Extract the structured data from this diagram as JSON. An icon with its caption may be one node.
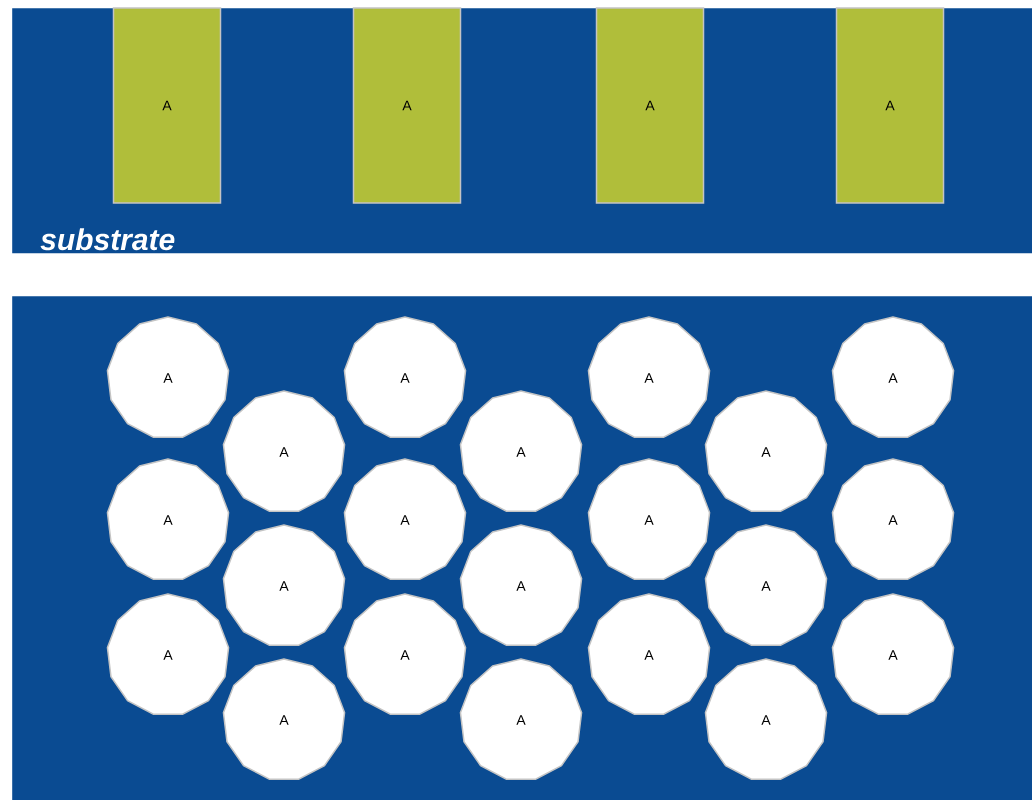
{
  "diagram": {
    "nodes": [
      {
        "text": [
          "substrate"
        ]
      },
      {
        "text": [
          "A"
        ],
        "in": 0
      },
      {
        "text": [
          "A"
        ],
        "in": 0
      },
      {
        "text": [
          "A"
        ],
        "in": 0
      },
      {
        "text": [
          "A"
        ],
        "in": 0
      },
      {
        "text": [],
        "shape": "box"
      },
      {
        "text": [
          "A"
        ],
        "in": 5
      },
      {
        "text": [
          "A"
        ],
        "in": 5
      },
      {
        "text": [
          "A"
        ],
        "in": 5
      },
      {
        "text": [
          "A"
        ],
        "in": 5
      },
      {
        "text": [
          "A"
        ],
        "in": 5
      },
      {
        "text": [
          "A"
        ],
        "in": 5
      },
      {
        "text": [
          "A"
        ],
        "in": 5
      },
      {
        "text": [
          "A"
        ],
        "in": 5
      },
      {
        "text": [
          "A"
        ],
        "in": 5
      },
      {
        "text": [
          "A"
        ],
        "in": 5
      },
      {
        "text": [
          "A"
        ],
        "in": 5
      },
      {
        "text": [
          "A"
        ],
        "in": 5
      },
      {
        "text": [
          "A"
        ],
        "in": 5
      },
      {
        "text": [
          "A"
        ],
        "in": 5
      },
      {
        "text": [
          "A"
        ],
        "in": 5
      },
      {
        "text": [
          "A"
        ],
        "in": 5
      },
      {
        "text": [
          "A"
        ],
        "in": 5
      },
      {
        "text": [
          "A"
        ],
        "in": 5
      },
      {
        "text": [
          "A"
        ],
        "in": 5
      },
      {
        "text": [
          "A"
        ],
        "in": 5
      },
      {
        "text": [
          "A"
        ],
        "in": 5
      }
    ]
  }
}
